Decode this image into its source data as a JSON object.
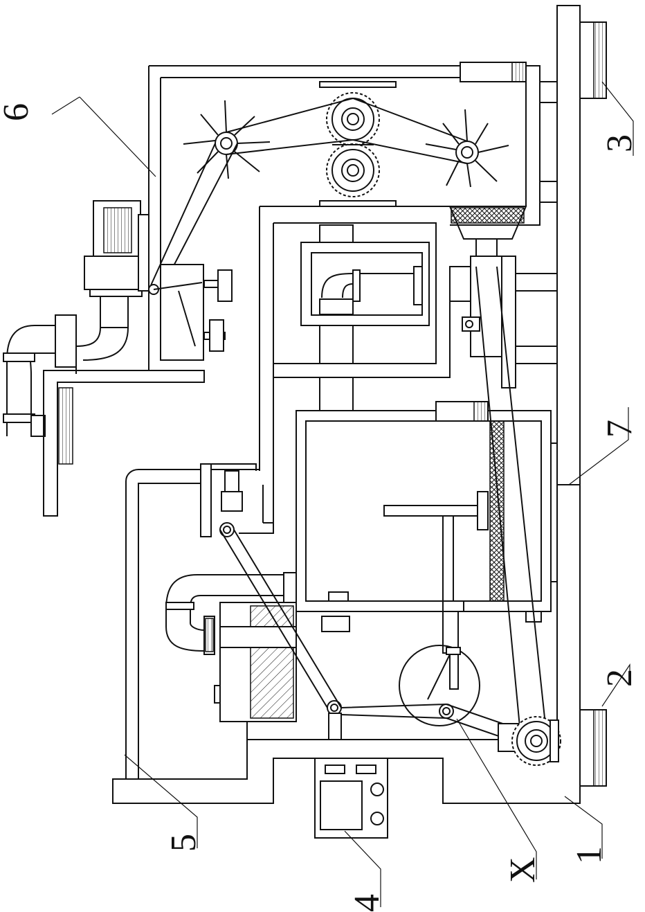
{
  "labels": {
    "l1": "1",
    "l2": "2",
    "l3": "3",
    "l4": "4",
    "l5": "5",
    "l6": "6",
    "l7": "7",
    "lx": "X"
  }
}
